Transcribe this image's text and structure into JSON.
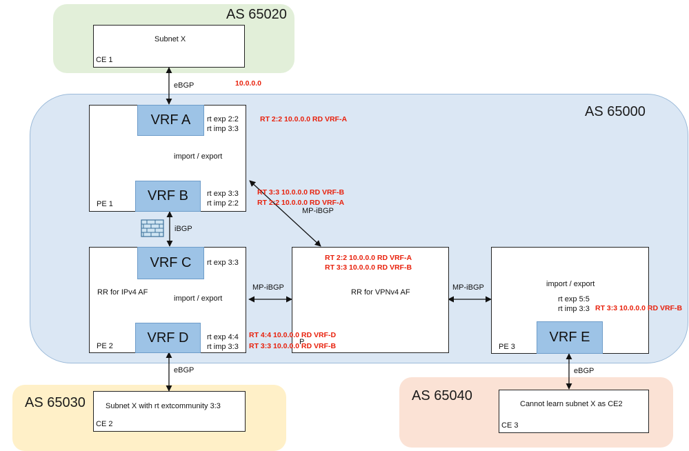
{
  "regions": {
    "as_65020": "AS 65020",
    "as_65000": "AS 65000",
    "as_65030": "AS 65030",
    "as_65040": "AS 65040"
  },
  "ce1": {
    "label": "CE 1",
    "subnet": "Subnet X"
  },
  "ce2": {
    "label": "CE 2",
    "subnet": "Subnet X with rt extcommunity 3:3"
  },
  "ce3": {
    "label": "CE 3",
    "text": "Cannot learn subnet X as CE2"
  },
  "pe1": {
    "label": "PE 1",
    "vrf_a": "VRF A",
    "vrf_b": "VRF B",
    "import_export": "import / export",
    "vrf_a_rt_exp": "rt exp 2:2",
    "vrf_a_rt_imp": "rt imp 3:3",
    "vrf_b_rt_exp": "rt exp 3:3",
    "vrf_b_rt_imp": "rt imp 2:2"
  },
  "pe2": {
    "label": "PE 2",
    "rr": "RR for IPv4 AF",
    "vrf_c": "VRF C",
    "vrf_d": "VRF D",
    "import_export": "import / export",
    "vrf_c_rt_exp": "rt exp 3:3",
    "vrf_d_rt_exp": "rt exp 4:4",
    "vrf_d_rt_imp": "rt imp 3:3"
  },
  "p": {
    "label": "P",
    "rr": "RR for VPNv4 AF"
  },
  "pe3": {
    "label": "PE 3",
    "vrf_e": "VRF E",
    "import_export": "import / export",
    "rt_exp": "rt exp 5:5",
    "rt_imp": "rt imp 3:3"
  },
  "links": {
    "ebgp_ce1": "eBGP",
    "ibgp": "iBGP",
    "mp_ibgp_pe1": "MP-iBGP",
    "mp_ibgp_pe2": "MP-iBGP",
    "mp_ibgp_pe3": "MP-iBGP",
    "ebgp_ce2": "eBGP",
    "ebgp_ce3": "eBGP"
  },
  "annotations": {
    "ce1_prefix": "10.0.0.0",
    "vrf_a_route": "RT 2:2 10.0.0.0 RD VRF-A",
    "pe1_route_1": "RT 3:3 10.0.0.0 RD VRF-B",
    "pe1_route_2": "RT 2:2 10.0.0.0 RD VRF-A",
    "p_route_1": "RT 2:2 10.0.0.0 RD VRF-A",
    "p_route_2": "RT 3:3 10.0.0.0 RD VRF-B",
    "vrf_d_route_1": "RT 4:4 10.0.0.0 RD VRF-D",
    "vrf_d_route_2": "RT 3:3 10.0.0.0 RD VRF-B",
    "pe3_route": "RT 3:3 10.0.0.0 RD VRF-B"
  },
  "colors": {
    "route_red": "#e8210c",
    "vrf_fill": "#9dc3e6",
    "as_65000_fill": "#dbe7f4",
    "as_65020_fill": "#e2efd9",
    "as_65030_fill": "#fff0c8",
    "as_65040_fill": "#fbe2d5"
  },
  "icons": {
    "firewall": "firewall-icon"
  }
}
